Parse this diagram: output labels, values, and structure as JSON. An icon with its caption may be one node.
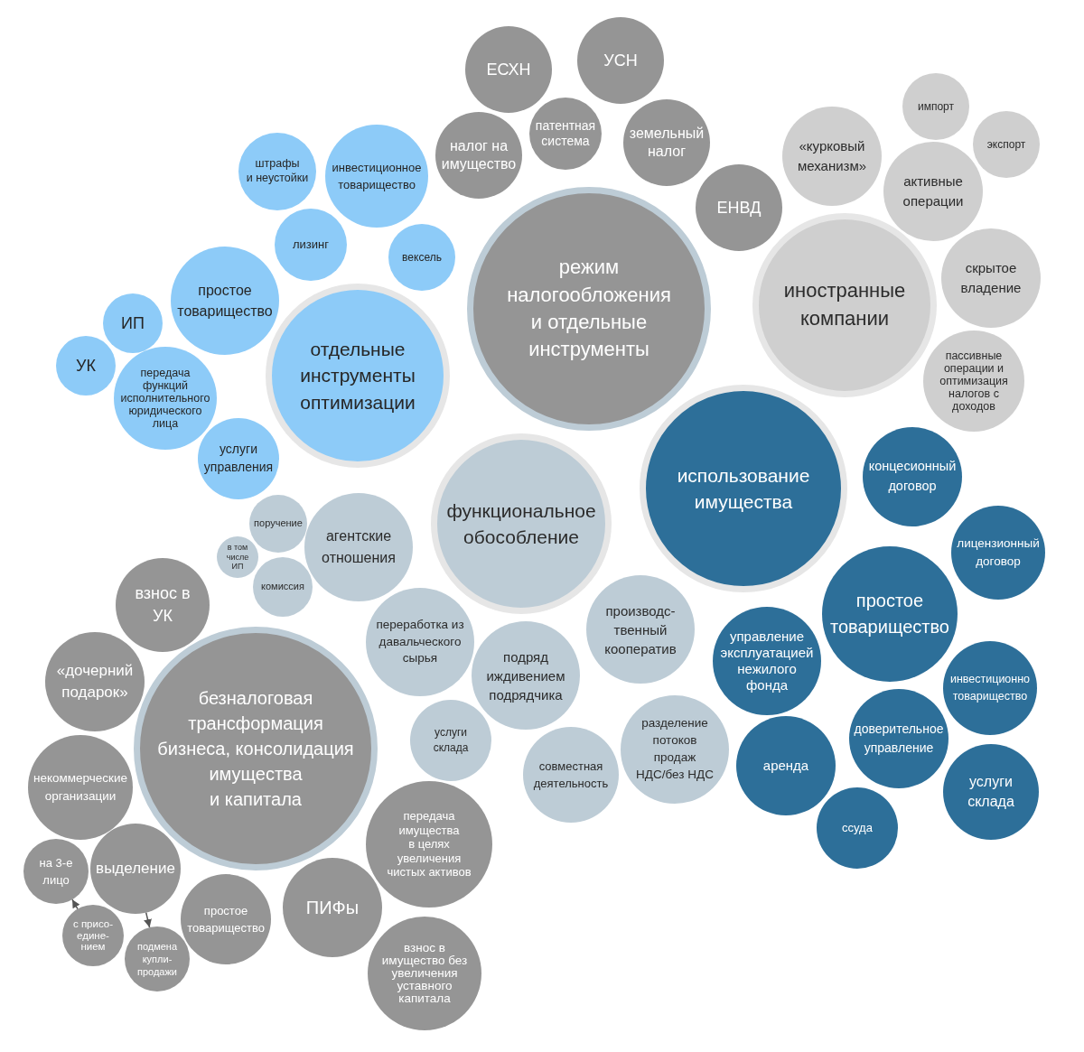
{
  "diagram": {
    "nodes": [
      {
        "text": [
          "режим налогообложения и отдельные инструменты"
        ]
      },
      {
        "text": [
          "ЕСХН"
        ]
      },
      {
        "text": [
          "УСН"
        ]
      },
      {
        "text": [
          "налог на имущество"
        ]
      },
      {
        "text": [
          "патентная система"
        ]
      },
      {
        "text": [
          "земельный налог"
        ]
      },
      {
        "text": [
          "ЕНВД"
        ]
      },
      {
        "text": [
          "отдельные инструменты оптимизации"
        ]
      },
      {
        "text": [
          "штрафы и неустойки"
        ]
      },
      {
        "text": [
          "инвестиционное товарищество"
        ]
      },
      {
        "text": [
          "лизинг"
        ]
      },
      {
        "text": [
          "вексель"
        ]
      },
      {
        "text": [
          "простое товарищество"
        ]
      },
      {
        "text": [
          "ИП"
        ]
      },
      {
        "text": [
          "УК"
        ]
      },
      {
        "text": [
          "передача функций исполнительного юридического лица"
        ]
      },
      {
        "text": [
          "услуги управления"
        ]
      },
      {
        "text": [
          "иностранные компании"
        ]
      },
      {
        "text": [
          "«курковый механизм»"
        ]
      },
      {
        "text": [
          "импорт"
        ]
      },
      {
        "text": [
          "экспорт"
        ]
      },
      {
        "text": [
          "активные операции"
        ]
      },
      {
        "text": [
          "скрытое владение"
        ]
      },
      {
        "text": [
          "пассивные операции и оптимизация налогов с доходов"
        ]
      },
      {
        "text": [
          "функциональное обособление"
        ]
      },
      {
        "text": [
          "поручение"
        ]
      },
      {
        "text": [
          "в том числе ИП"
        ]
      },
      {
        "text": [
          "комиссия"
        ]
      },
      {
        "text": [
          "агентские отношения"
        ]
      },
      {
        "text": [
          "переработка из давальческого сырья"
        ]
      },
      {
        "text": [
          "подряд иждивением подрядчика"
        ]
      },
      {
        "text": [
          "производс- твенный кооператив"
        ]
      },
      {
        "text": [
          "услуги склада"
        ]
      },
      {
        "text": [
          "совместная деятельность"
        ]
      },
      {
        "text": [
          "разделение потоков продаж НДС/без НДС"
        ]
      },
      {
        "text": [
          "использование имущества"
        ]
      },
      {
        "text": [
          "концесионный договор"
        ]
      },
      {
        "text": [
          "лицензионный договор"
        ]
      },
      {
        "text": [
          "простое товарищество"
        ]
      },
      {
        "text": [
          "управление эксплуатацией нежилого фонда"
        ]
      },
      {
        "text": [
          "инвестиционно товарищество"
        ]
      },
      {
        "text": [
          "доверительное управление"
        ]
      },
      {
        "text": [
          "аренда"
        ]
      },
      {
        "text": [
          "услуги склада"
        ]
      },
      {
        "text": [
          "ссуда"
        ]
      },
      {
        "text": [
          "безналоговая трансформация бизнеса, консолидация имущества и капитала"
        ]
      },
      {
        "text": [
          "взнос в УК"
        ]
      },
      {
        "text": [
          "«дочерний подарок»"
        ]
      },
      {
        "text": [
          "некоммерческие организации"
        ]
      },
      {
        "text": [
          "на 3-е лицо"
        ]
      },
      {
        "text": [
          "выделение"
        ]
      },
      {
        "text": [
          "с присо- едине- нием"
        ]
      },
      {
        "text": [
          "подмена купли- продажи"
        ]
      },
      {
        "text": [
          "простое товарищество"
        ]
      },
      {
        "text": [
          "ПИФы"
        ]
      },
      {
        "text": [
          "передача имущества в целях увеличения чистых активов"
        ]
      },
      {
        "text": [
          "взнос в имущество без увеличения уставного капитала"
        ]
      }
    ],
    "edges": [
      {
        "from": 51,
        "to": 49,
        "arrow": "to"
      },
      {
        "from": 50,
        "to": 52,
        "arrow": "to"
      }
    ]
  }
}
